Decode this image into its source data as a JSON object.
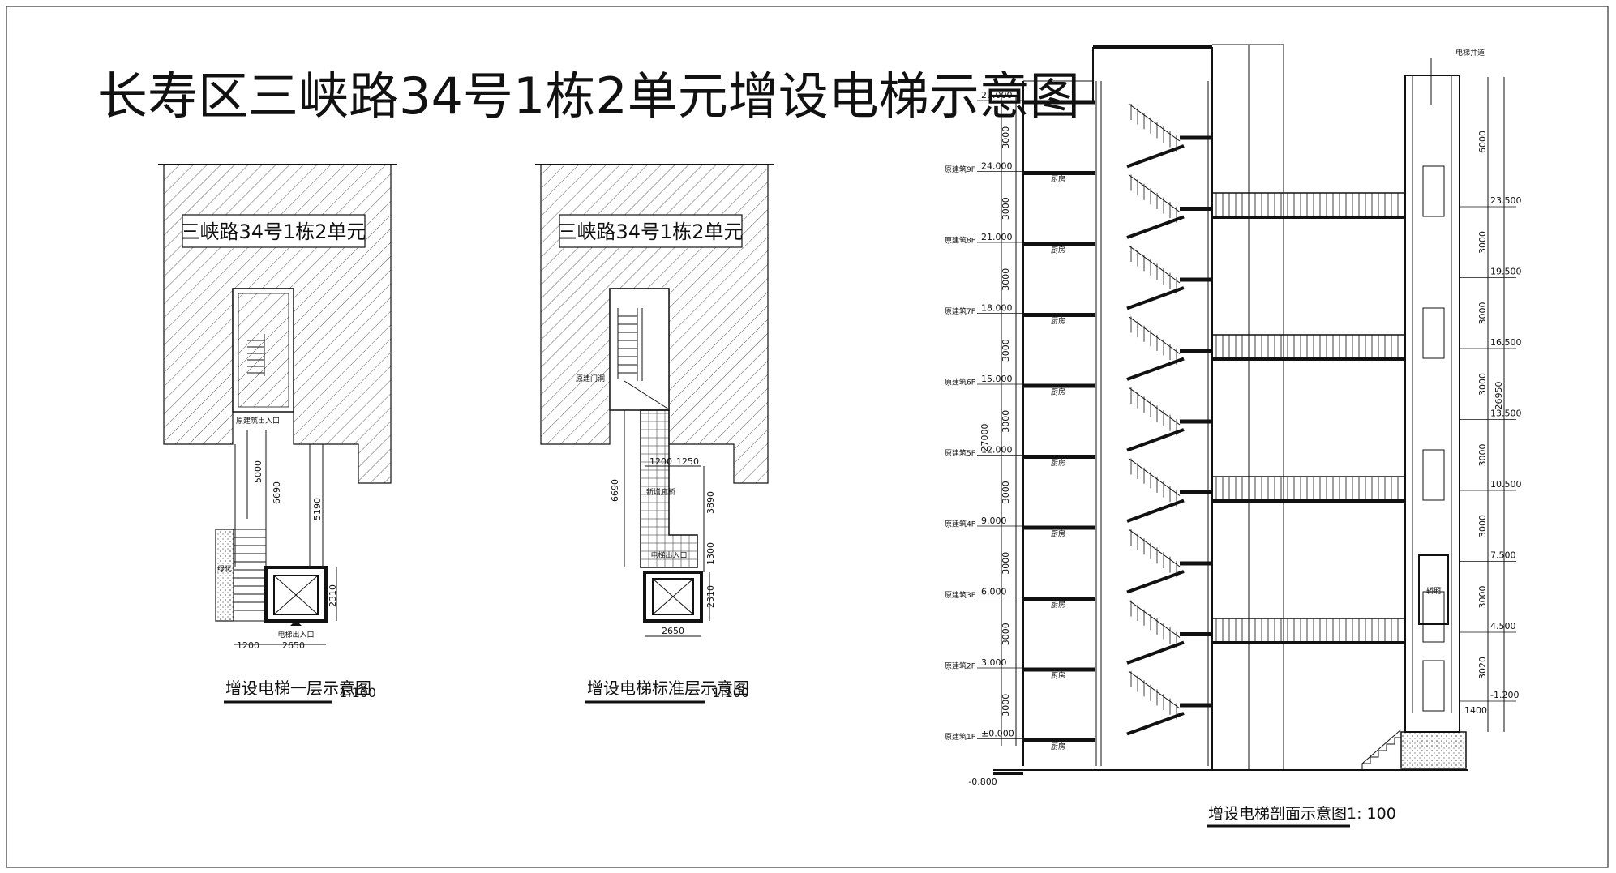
{
  "title": "长寿区三峡路34号1栋2单元增设电梯示意图",
  "plan1": {
    "building_label": "三峡路34号1栋2单元",
    "entry_label": "原建筑出入口",
    "elevator_entry_label": "电梯出入口",
    "side_label": "绿化",
    "dims": {
      "d5000": "5000",
      "d6690": "6690",
      "d5190": "5190",
      "d2310": "2310",
      "d1200": "1200",
      "d2650": "2650"
    },
    "caption": "增设电梯一层示意图",
    "scale": "1:100"
  },
  "plan2": {
    "building_label": "三峡路34号1栋2单元",
    "door_label": "原建门洞",
    "corridor_label": "新增廊桥",
    "elevator_entry_label": "电梯出入口",
    "dims": {
      "d1200": "1200",
      "d1250": "1250",
      "d6690": "6690",
      "d3890": "3890",
      "d1300": "1300",
      "d2310": "2310",
      "d2650": "2650"
    },
    "caption": "增设电梯标准层示意图",
    "scale": "1:100"
  },
  "section": {
    "shaft_label": "电梯井道",
    "machine_label": "轿厢",
    "room_label": "厨房",
    "levels_left": [
      "27.000",
      "24.000",
      "21.000",
      "18.000",
      "15.000",
      "12.000",
      "9.000",
      "6.000",
      "3.000",
      "±0.000"
    ],
    "floors_left": [
      "原建筑9F",
      "原建筑8F",
      "原建筑7F",
      "原建筑6F",
      "原建筑5F",
      "原建筑4F",
      "原建筑3F",
      "原建筑2F",
      "原建筑1F"
    ],
    "height_3000": "3000",
    "total_left": "27000",
    "bottom_level": "-0.800",
    "levels_right": [
      "23.500",
      "19.500",
      "16.500",
      "13.500",
      "10.500",
      "7.500",
      "4.500",
      "-1.200"
    ],
    "right_dims": [
      "6000",
      "3000",
      "3000",
      "3000",
      "3000",
      "3000",
      "3000",
      "3020"
    ],
    "total_right": "26950",
    "pit": "1400",
    "caption": "增设电梯剖面示意图1: 100"
  }
}
